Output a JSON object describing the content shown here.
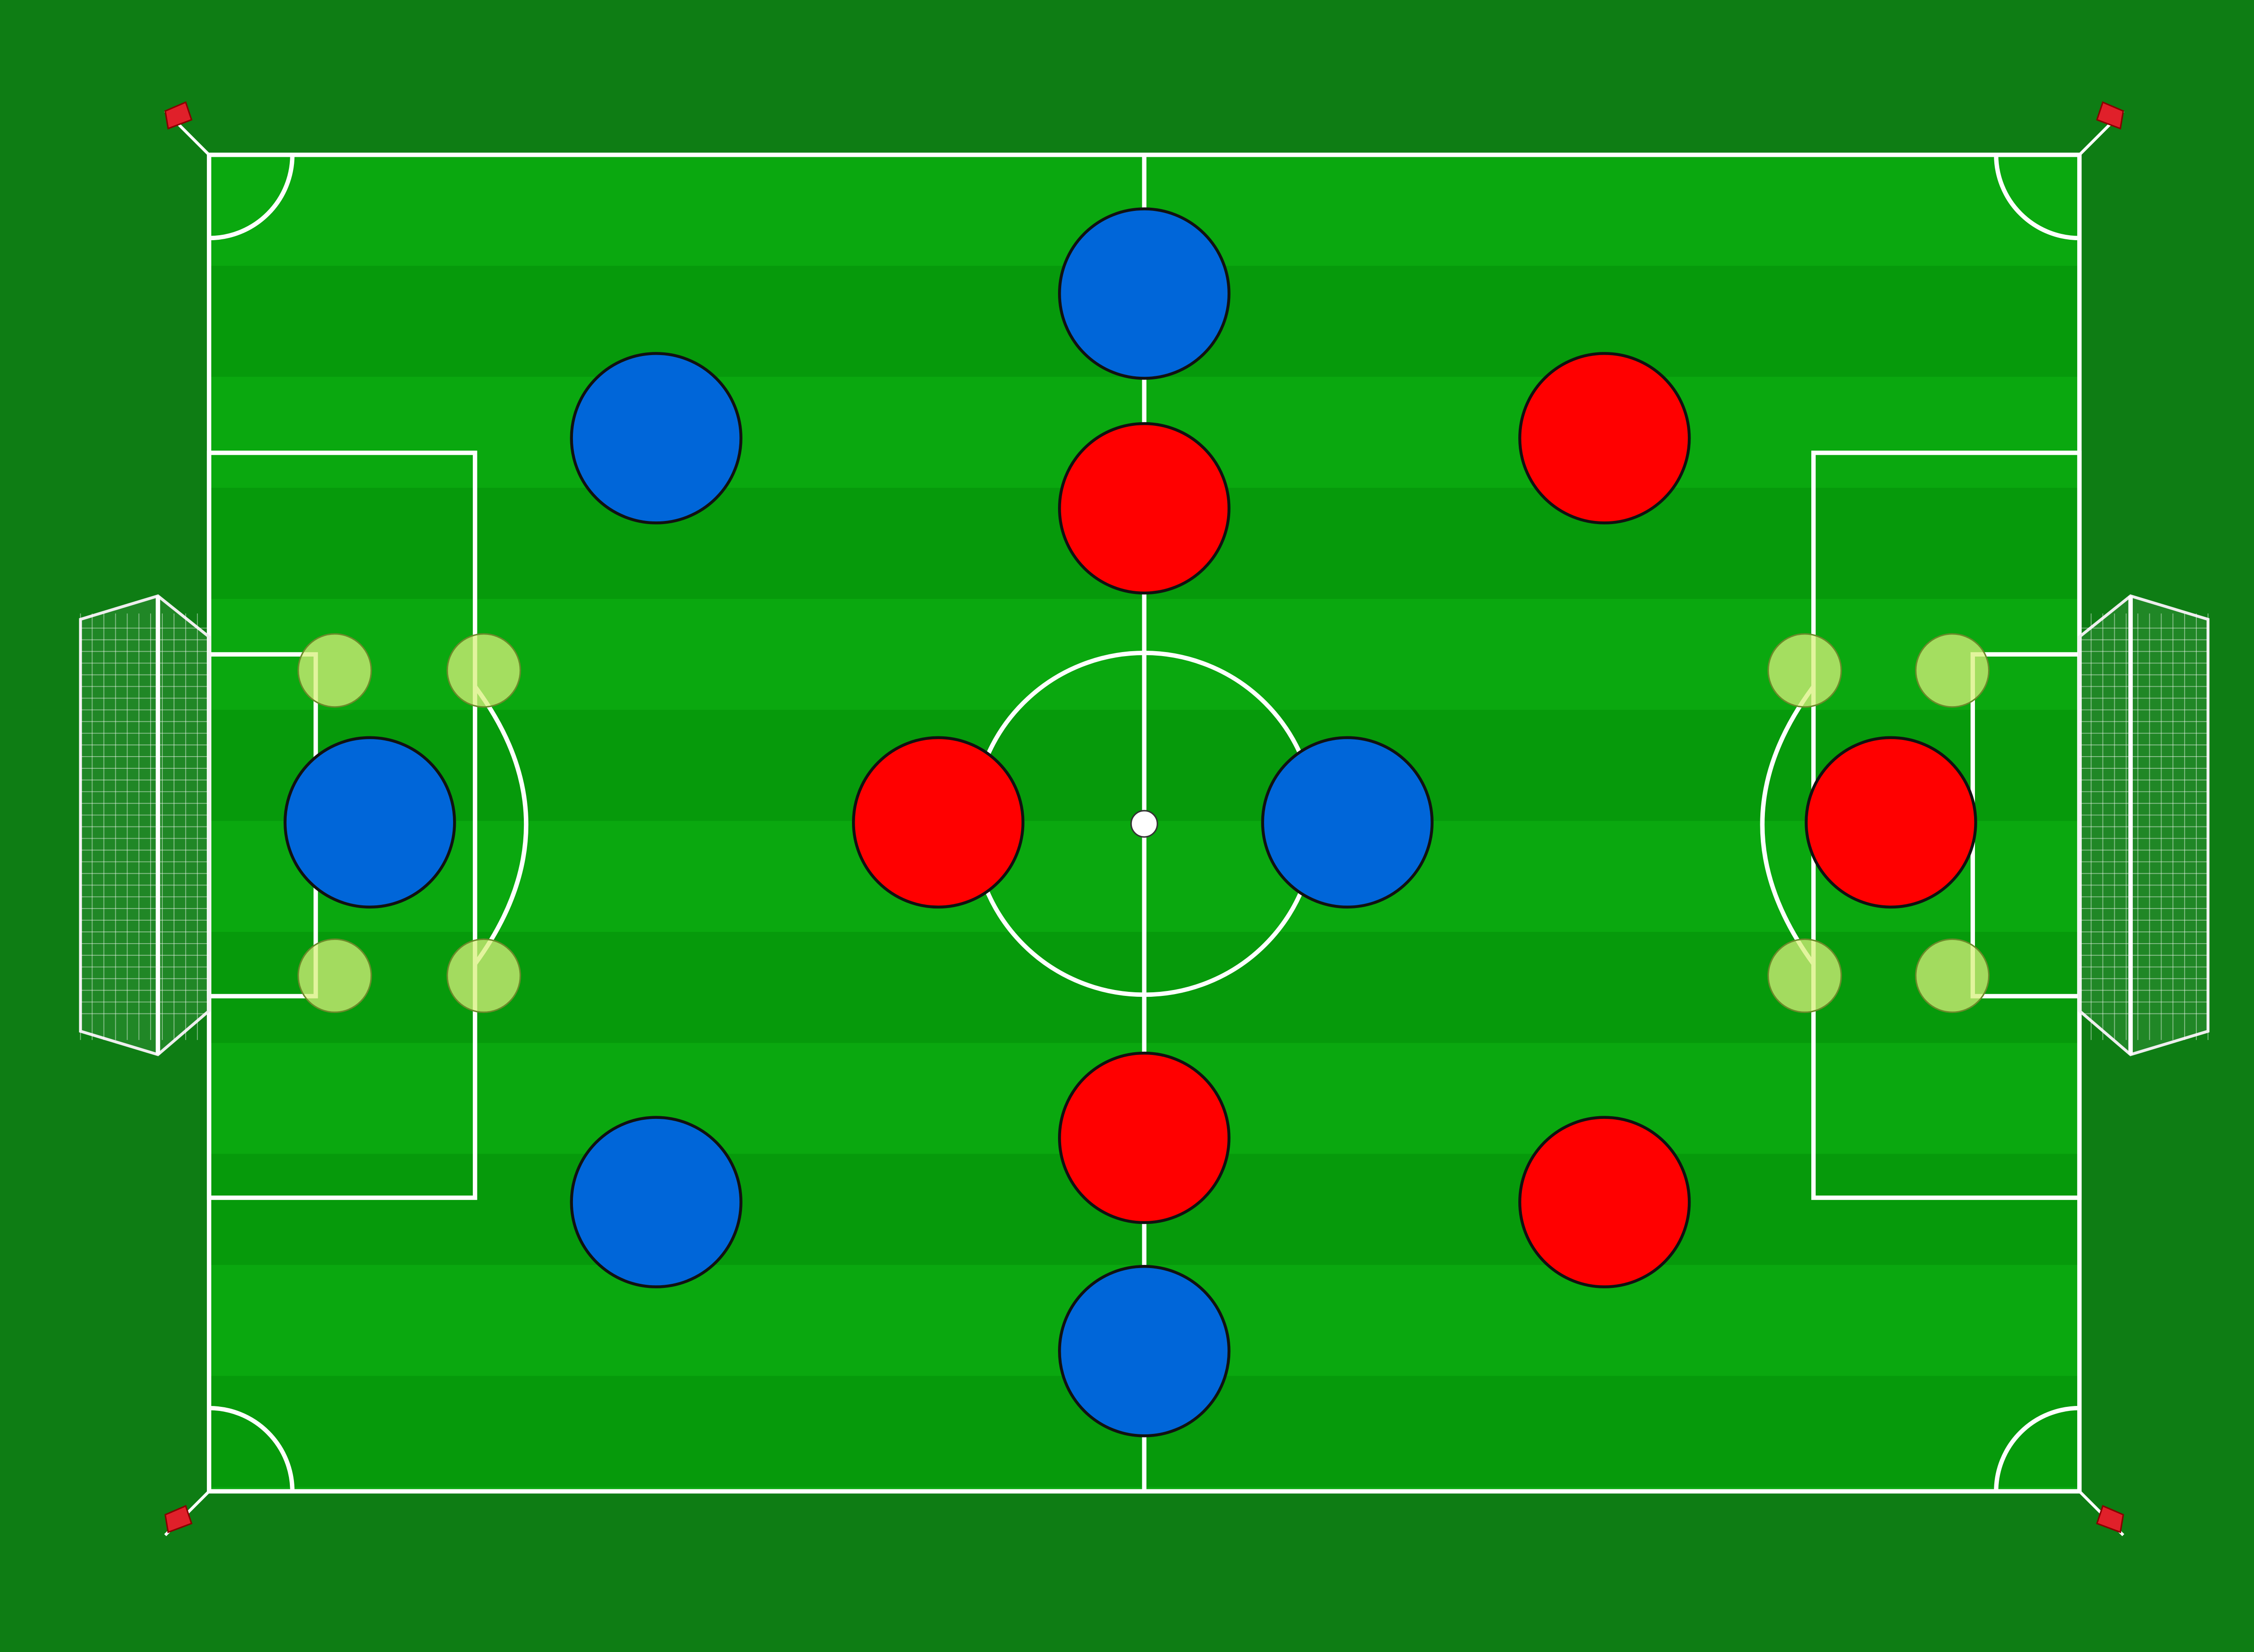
{
  "colors": {
    "surround_grass": "#0e7d14",
    "pitch_light": "#0aa80f",
    "pitch_dark": "#069a0b",
    "lines": "#ffffff",
    "team_blue": "#0066d9",
    "team_red": "#ff0000",
    "marker": "#d8f07c",
    "flag": "#e0202a"
  },
  "teams": [
    {
      "id": "blue",
      "players": 6
    },
    {
      "id": "red",
      "players": 6
    }
  ],
  "markers": 8,
  "corner_flags": 4,
  "goals": 2
}
